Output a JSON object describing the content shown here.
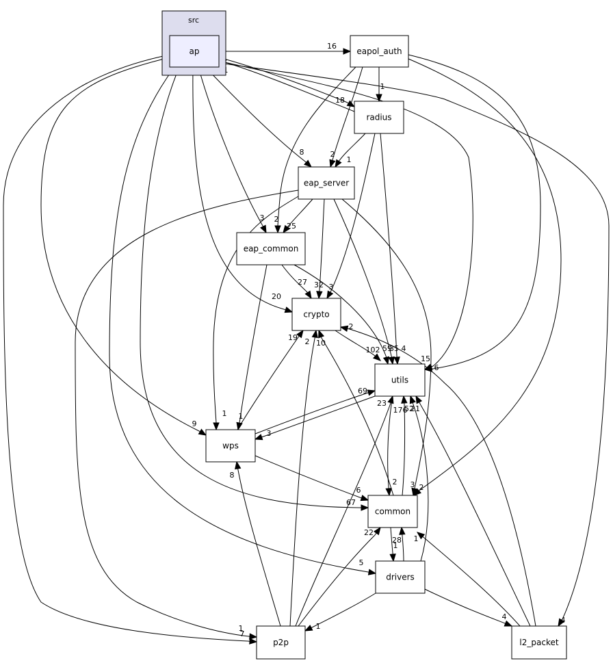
{
  "diagram": {
    "cluster": {
      "id": "src",
      "label": "src"
    },
    "nodes": [
      {
        "id": "ap",
        "label": "ap"
      },
      {
        "id": "eapol_auth",
        "label": "eapol_auth"
      },
      {
        "id": "radius",
        "label": "radius"
      },
      {
        "id": "eap_server",
        "label": "eap_server"
      },
      {
        "id": "eap_common",
        "label": "eap_common"
      },
      {
        "id": "crypto",
        "label": "crypto"
      },
      {
        "id": "utils",
        "label": "utils"
      },
      {
        "id": "wps",
        "label": "wps"
      },
      {
        "id": "common",
        "label": "common"
      },
      {
        "id": "drivers",
        "label": "drivers"
      },
      {
        "id": "p2p",
        "label": "p2p"
      },
      {
        "id": "l2_packet",
        "label": "l2_packet"
      }
    ],
    "edges": [
      {
        "from": "ap",
        "to": "eapol_auth",
        "label": "16"
      },
      {
        "from": "ap",
        "to": "radius",
        "label": "18"
      },
      {
        "from": "radius",
        "to": "ap",
        "label": "1"
      },
      {
        "from": "ap",
        "to": "eap_server",
        "label": "8"
      },
      {
        "from": "ap",
        "to": "eap_common",
        "label": "3"
      },
      {
        "from": "ap",
        "to": "crypto",
        "label": "20"
      },
      {
        "from": "ap",
        "to": "utils",
        "label": "15"
      },
      {
        "from": "ap",
        "to": "wps",
        "label": "9"
      },
      {
        "from": "ap",
        "to": "common",
        "label": "67"
      },
      {
        "from": "ap",
        "to": "drivers",
        "label": "5"
      },
      {
        "from": "ap",
        "to": "p2p",
        "label": "1"
      },
      {
        "from": "ap",
        "to": "l2_packet",
        "label": "4"
      },
      {
        "from": "eapol_auth",
        "to": "radius",
        "label": "1"
      },
      {
        "from": "eapol_auth",
        "to": "eap_server",
        "label": "2"
      },
      {
        "from": "eapol_auth",
        "to": "eap_common",
        "label": "2"
      },
      {
        "from": "eapol_auth",
        "to": "utils",
        "label": "6"
      },
      {
        "from": "eapol_auth",
        "to": "common",
        "label": "2"
      },
      {
        "from": "radius",
        "to": "eap_server",
        "label": "1"
      },
      {
        "from": "radius",
        "to": "crypto",
        "label": "3"
      },
      {
        "from": "radius",
        "to": "utils",
        "label": "4"
      },
      {
        "from": "eap_server",
        "to": "eap_common",
        "label": "25"
      },
      {
        "from": "eap_server",
        "to": "crypto",
        "label": "32"
      },
      {
        "from": "eap_server",
        "to": "utils",
        "label": "59"
      },
      {
        "from": "eap_server",
        "to": "wps",
        "label": "1"
      },
      {
        "from": "eap_server",
        "to": "common",
        "label": "3"
      },
      {
        "from": "eap_server",
        "to": "p2p",
        "label": "7"
      },
      {
        "from": "eap_common",
        "to": "crypto",
        "label": "27"
      },
      {
        "from": "eap_common",
        "to": "utils",
        "label": "35"
      },
      {
        "from": "eap_common",
        "to": "wps",
        "label": "1"
      },
      {
        "from": "crypto",
        "to": "utils",
        "label": "102"
      },
      {
        "from": "wps",
        "to": "crypto",
        "label": "19"
      },
      {
        "from": "wps",
        "to": "utils",
        "label": "69"
      },
      {
        "from": "utils",
        "to": "wps",
        "label": "3"
      },
      {
        "from": "wps",
        "to": "common",
        "label": "6"
      },
      {
        "from": "utils",
        "to": "common",
        "label": "2"
      },
      {
        "from": "common",
        "to": "utils",
        "label": "176"
      },
      {
        "from": "common",
        "to": "crypto",
        "label": "10"
      },
      {
        "from": "common",
        "to": "drivers",
        "label": "1"
      },
      {
        "from": "drivers",
        "to": "common",
        "label": "28"
      },
      {
        "from": "drivers",
        "to": "utils",
        "label": "52"
      },
      {
        "from": "drivers",
        "to": "p2p",
        "label": "1"
      },
      {
        "from": "drivers",
        "to": "l2_packet",
        "label": "4"
      },
      {
        "from": "p2p",
        "to": "crypto",
        "label": "2"
      },
      {
        "from": "p2p",
        "to": "utils",
        "label": "23"
      },
      {
        "from": "p2p",
        "to": "wps",
        "label": "8"
      },
      {
        "from": "p2p",
        "to": "common",
        "label": "22"
      },
      {
        "from": "l2_packet",
        "to": "crypto",
        "label": "2"
      },
      {
        "from": "l2_packet",
        "to": "utils",
        "label": "21"
      },
      {
        "from": "l2_packet",
        "to": "common",
        "label": "1"
      }
    ]
  }
}
